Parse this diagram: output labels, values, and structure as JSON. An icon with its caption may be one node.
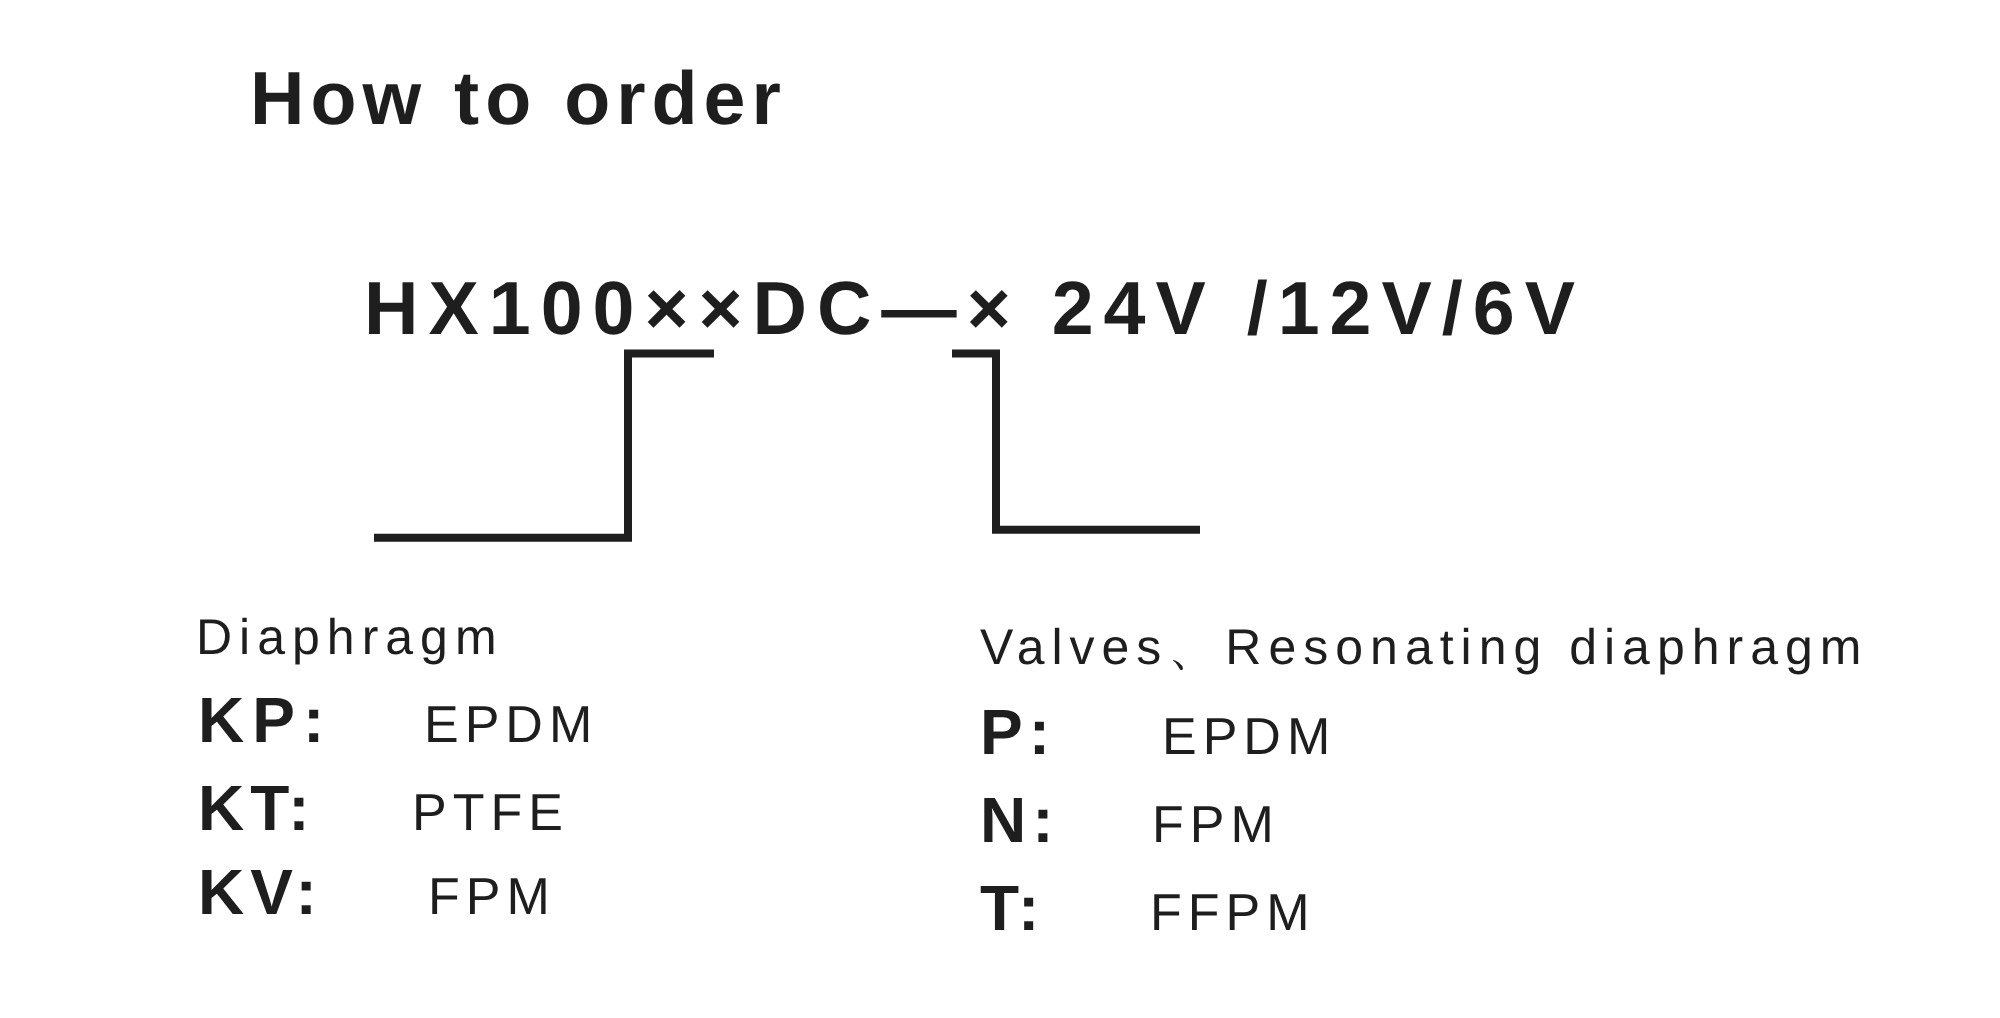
{
  "diagram": {
    "title": "How to order",
    "nodes": [
      {
        "text": [
          "HX100××DC—× 24V /12V/6V"
        ]
      },
      {
        "text": [
          "Diaphragm"
        ]
      },
      {
        "text": [
          "Valves、Resonating diaphragm"
        ]
      }
    ],
    "edges": [
      {
        "from": 0,
        "to": 1,
        "arrow": "none"
      },
      {
        "from": 0,
        "to": 2,
        "arrow": "none"
      }
    ],
    "labels": [
      "KP:",
      "EPDM",
      "KT:",
      "PTFE",
      "KV:",
      "FPM",
      "P:",
      "EPDM",
      "N:",
      "FPM",
      "T:",
      "FFPM"
    ]
  }
}
